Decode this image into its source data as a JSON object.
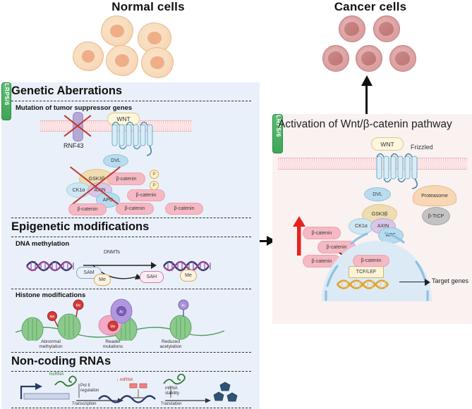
{
  "figure": {
    "normal_title": "Normal cells",
    "cancer_title": "Cancer cells",
    "normal_cell_count": 5,
    "cancer_cell_count": 5
  },
  "left_panel": {
    "bg_color": "#eaf0f9",
    "sections": [
      {
        "heading": "Genetic Aberrations",
        "subheading": "Mutation of tumor suppressor genes",
        "labels": {
          "rnf43": "RNF43",
          "wnt": "WNT",
          "lrp": "LRP5/6",
          "dvl": "DVL",
          "gsk3b": "GSK3β",
          "ck1a": "CK1α",
          "axin": "AXIN",
          "apc": "APC",
          "phospho": "P",
          "bcatenin": "β-catenin"
        },
        "free_bcatenin_count": 4
      },
      {
        "heading": "Epigenetic modifications",
        "subheading_1": "DNA methylation",
        "dna_labels": {
          "dnmts": "DNMTs",
          "sam": "SAM",
          "sah": "SAH",
          "me": "Me"
        },
        "subheading_2": "Histone modifications",
        "histone_labels": [
          "Abnormal\nmethylation",
          "Reader\nmutations",
          "Reduced\nacetylation"
        ],
        "histone_marks": [
          "Me",
          "Me",
          "Ac",
          "Me",
          "Ac"
        ]
      },
      {
        "heading": "Non-coding RNAs",
        "labels": {
          "lncrna": "lncRNA",
          "pol2": "Pol II\nregulation",
          "transcription": "Transcription",
          "mirna": "↓ miRNA",
          "mrna_stability": "mRNA\nstability",
          "translation": "Translation"
        }
      }
    ]
  },
  "right_panel": {
    "bg_color": "#faf1f1",
    "title": "Activation of Wnt/β-catenin pathway",
    "labels": {
      "wnt": "WNT",
      "frizzled": "Frizzled",
      "lrp": "LRP5/6",
      "dvl": "DVL",
      "gsk3b": "GSK3β",
      "ck1a": "CK1α",
      "axin": "AXIN",
      "apc": "APC",
      "proteasome": "Proteasome",
      "btrcp": "β-TrCP",
      "bcatenin": "β-catenin",
      "tcf_lef": "TCF/LEF",
      "target_genes": "Target genes"
    },
    "cytoplasm_bcatenin_count": 3,
    "accent_arrow_color": "#e8221f"
  }
}
